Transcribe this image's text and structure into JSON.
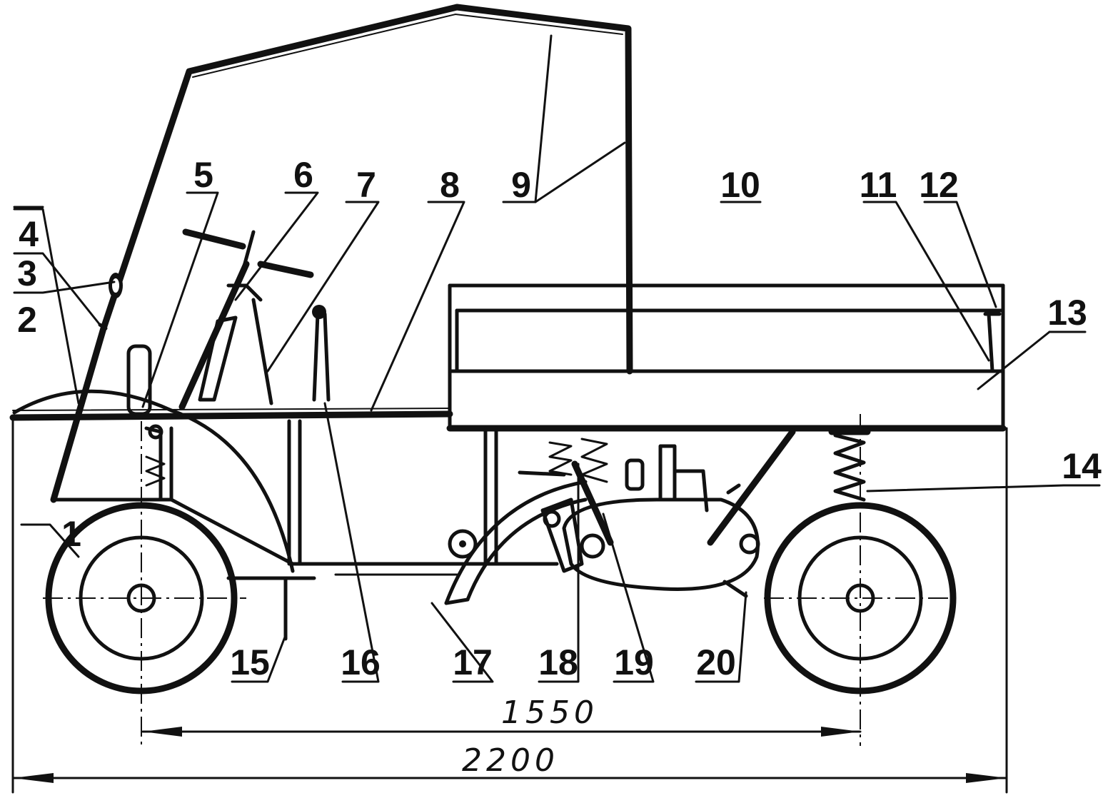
{
  "callouts": [
    {
      "id": "1",
      "label": "1"
    },
    {
      "id": "2",
      "label": "2"
    },
    {
      "id": "3",
      "label": "3"
    },
    {
      "id": "4",
      "label": "4"
    },
    {
      "id": "5",
      "label": "5"
    },
    {
      "id": "6",
      "label": "6"
    },
    {
      "id": "7",
      "label": "7"
    },
    {
      "id": "8",
      "label": "8"
    },
    {
      "id": "9",
      "label": "9"
    },
    {
      "id": "10",
      "label": "10"
    },
    {
      "id": "11",
      "label": "11"
    },
    {
      "id": "12",
      "label": "12"
    },
    {
      "id": "13",
      "label": "13"
    },
    {
      "id": "14",
      "label": "14"
    },
    {
      "id": "15",
      "label": "15"
    },
    {
      "id": "16",
      "label": "16"
    },
    {
      "id": "17",
      "label": "17"
    },
    {
      "id": "18",
      "label": "18"
    },
    {
      "id": "19",
      "label": "19"
    },
    {
      "id": "20",
      "label": "20"
    }
  ],
  "dimensions": {
    "wheelbase": "1550",
    "overall_length": "2200"
  },
  "colors": {
    "ink": "#111111",
    "paper": "#ffffff"
  }
}
